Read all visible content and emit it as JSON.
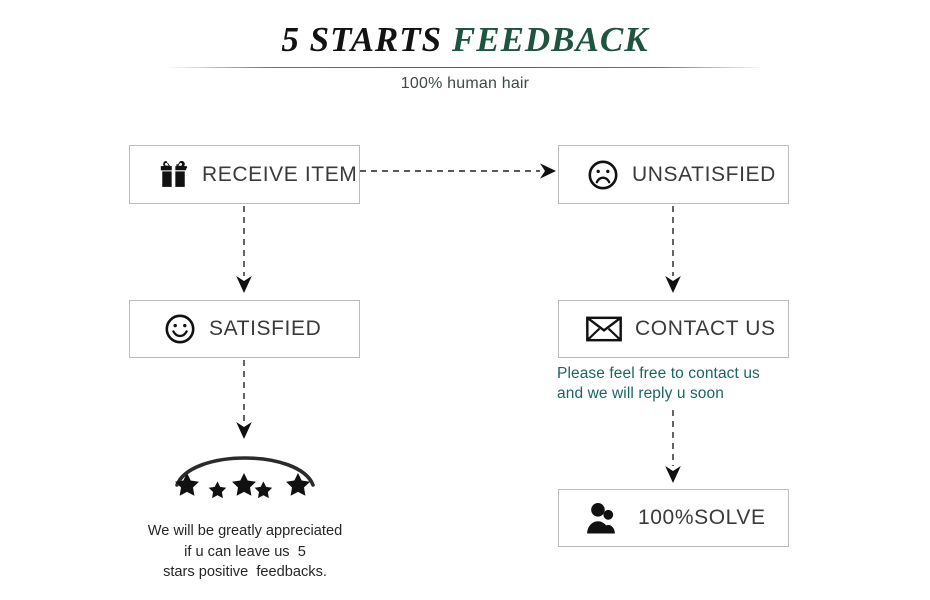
{
  "header": {
    "title_part1": "5 STARTS",
    "title_part2": "FEEDBACK",
    "subtitle": "100% human hair",
    "accent_color": "#1f5540",
    "divider_color": "#5a5a5a"
  },
  "flow": {
    "nodes": [
      {
        "id": "receive-item",
        "label": "RECEIVE ITEM",
        "icon": "gift-icon"
      },
      {
        "id": "satisfied",
        "label": "SATISFIED",
        "icon": "smiley-face-icon"
      },
      {
        "id": "unsatisfied",
        "label": "UNSATISFIED",
        "icon": "sad-face-icon"
      },
      {
        "id": "contact-us",
        "label": "CONTACT US",
        "icon": "envelope-icon"
      },
      {
        "id": "solve",
        "label": "100%SOLVE",
        "icon": "people-icon"
      }
    ],
    "connectors": [
      {
        "id": "receive-to-unsatisfied",
        "style": "dashed",
        "direction": "right"
      },
      {
        "id": "receive-to-satisfied",
        "style": "dashed",
        "direction": "down"
      },
      {
        "id": "satisfied-to-stars",
        "style": "dashed",
        "direction": "down"
      },
      {
        "id": "unsatisfied-to-contact",
        "style": "dashed",
        "direction": "down"
      },
      {
        "id": "contact-to-solve",
        "style": "dashed",
        "direction": "down"
      }
    ]
  },
  "contact_note": {
    "line1": "Please feel free to contact us",
    "line2": "and we will reply u soon",
    "color": "#1b6660"
  },
  "rating": {
    "star_count": 5,
    "caption_line1": "We will be greatly appreciated",
    "caption_line2": "if u can leave us  5",
    "caption_line3": "stars positive  feedbacks."
  }
}
